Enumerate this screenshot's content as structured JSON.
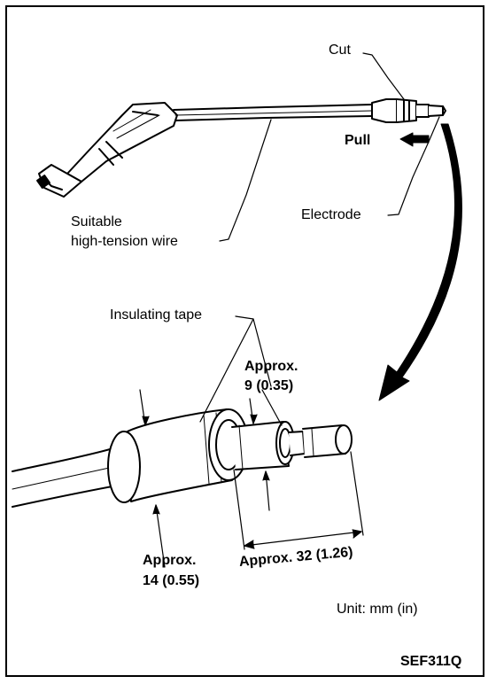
{
  "labels": {
    "cut": "Cut",
    "pull": "Pull",
    "electrode": "Electrode",
    "wire_line1": "Suitable",
    "wire_line2": "high-tension wire",
    "insulating_tape": "Insulating tape",
    "approx9_line1": "Approx.",
    "approx9_line2": "9 (0.35)",
    "approx14_line1": "Approx.",
    "approx14_line2": "14 (0.55)",
    "approx32": "Approx. 32 (1.26)",
    "unit": "Unit: mm (in)",
    "figure_code": "SEF311Q"
  }
}
